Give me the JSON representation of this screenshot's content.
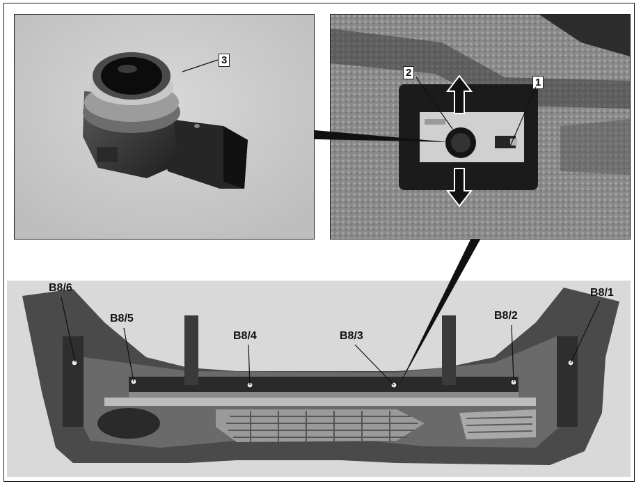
{
  "figure": {
    "callouts": {
      "item1": "1",
      "item2": "2",
      "item3": "3"
    },
    "sensor_labels": {
      "b81": "B8/1",
      "b82": "B8/2",
      "b83": "B8/3",
      "b84": "B8/4",
      "b85": "B8/5",
      "b86": "B8/6"
    }
  }
}
